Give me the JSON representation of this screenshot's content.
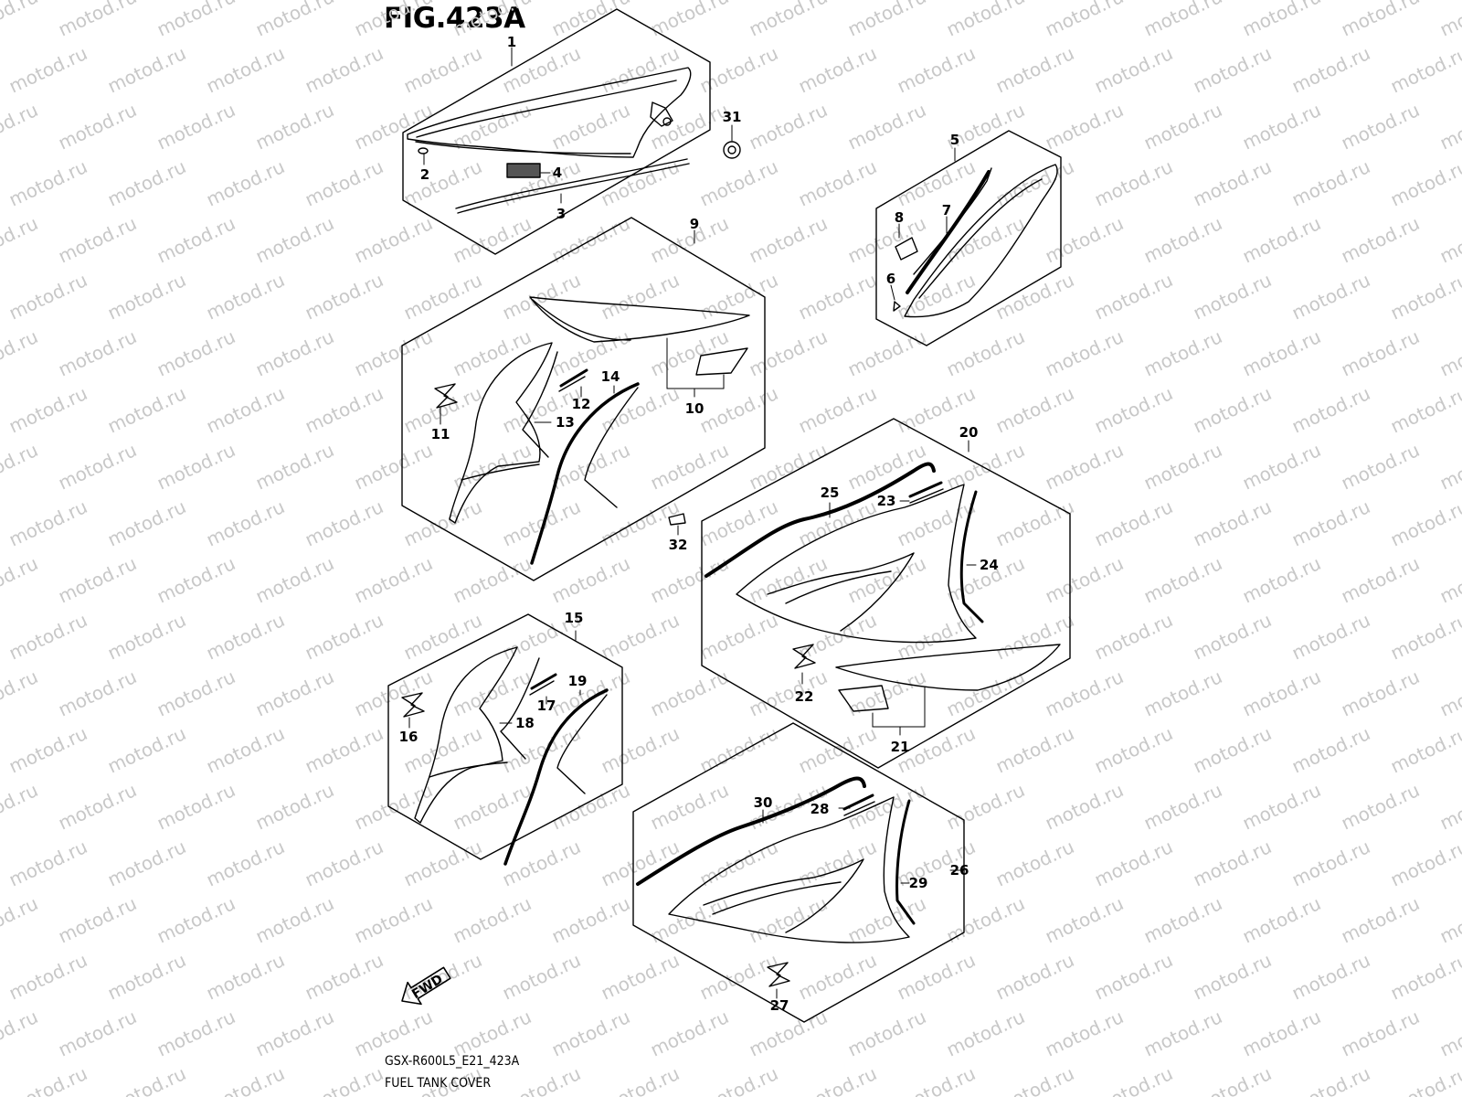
{
  "figure": {
    "title": "FIG.423A",
    "model_code": "GSX-R600L5_E21_423A",
    "name": "FUEL TANK COVER"
  },
  "watermark": {
    "text": "motod.ru"
  },
  "direction_arrow": {
    "label": "FWD"
  },
  "callouts": [
    "1",
    "2",
    "3",
    "4",
    "5",
    "6",
    "7",
    "8",
    "9",
    "10",
    "11",
    "12",
    "13",
    "14",
    "15",
    "16",
    "17",
    "18",
    "19",
    "20",
    "21",
    "22",
    "23",
    "24",
    "25",
    "26",
    "27",
    "28",
    "29",
    "30",
    "31",
    "32"
  ]
}
